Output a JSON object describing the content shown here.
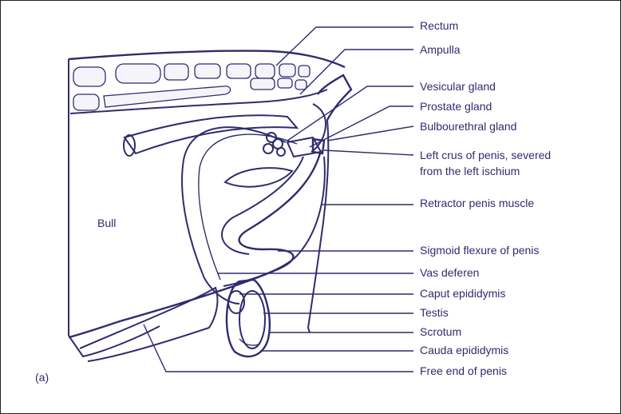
{
  "panel_letter": "(a)",
  "animal_label": "Bull",
  "labels": [
    {
      "id": "rectum",
      "text": "Rectum"
    },
    {
      "id": "ampulla",
      "text": "Ampulla"
    },
    {
      "id": "vesicular",
      "text": "Vesicular gland"
    },
    {
      "id": "prostate",
      "text": "Prostate gland"
    },
    {
      "id": "bulbourethral",
      "text": "Bulbourethral gland"
    },
    {
      "id": "crus1",
      "text": "Left crus of penis, severed"
    },
    {
      "id": "crus2",
      "text": "from the left ischium"
    },
    {
      "id": "retractor",
      "text": "Retractor penis muscle"
    },
    {
      "id": "sigmoid",
      "text": "Sigmoid flexure of penis"
    },
    {
      "id": "vas",
      "text": "Vas deferen"
    },
    {
      "id": "caput",
      "text": "Caput epididymis"
    },
    {
      "id": "testis",
      "text": "Testis"
    },
    {
      "id": "scrotum",
      "text": "Scrotum"
    },
    {
      "id": "cauda",
      "text": "Cauda epididymis"
    },
    {
      "id": "free",
      "text": "Free end of penis"
    }
  ]
}
